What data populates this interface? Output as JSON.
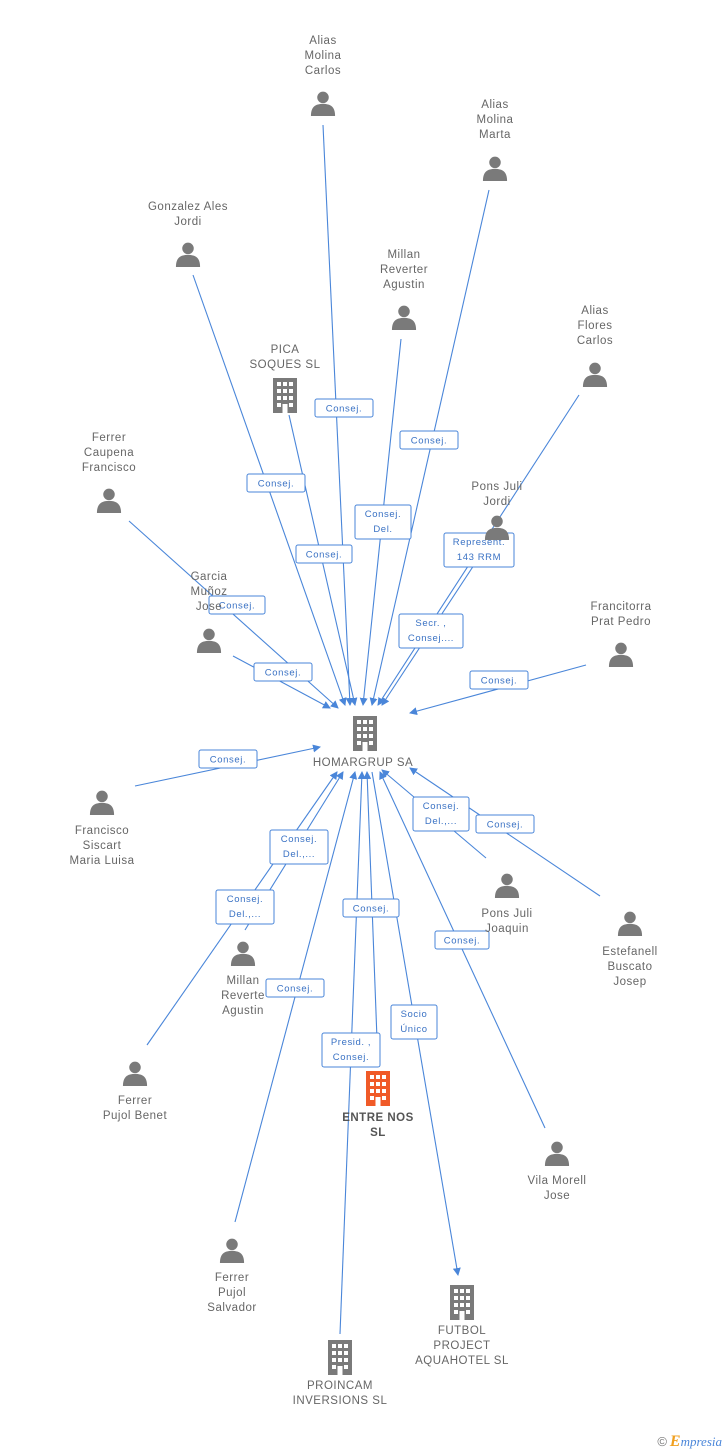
{
  "nodes": {
    "homargrup": {
      "name": "HOMARGRUP SA",
      "kind": "company"
    },
    "entre_nos": {
      "name": "ENTRE NOS SL",
      "kind": "company",
      "focus": true
    },
    "pica_soques": {
      "name": "PICA SOQUES SL",
      "kind": "company"
    },
    "futbol_project": {
      "name": "FUTBOL PROJECT AQUAHOTEL SL",
      "kind": "company"
    },
    "proincam": {
      "name": "PROINCAM INVERSIONS SL",
      "kind": "company"
    },
    "alias_molina_carlos": {
      "name": "Alias Molina Carlos",
      "kind": "person"
    },
    "alias_molina_marta": {
      "name": "Alias Molina Marta",
      "kind": "person"
    },
    "gonzalez_ales": {
      "name": "Gonzalez Ales Jordi",
      "kind": "person"
    },
    "millan_reverter_top": {
      "name": "Millan Reverter Agustin",
      "kind": "person"
    },
    "alias_flores": {
      "name": "Alias Flores Carlos",
      "kind": "person"
    },
    "ferrer_caupena": {
      "name": "Ferrer Caupena Francisco",
      "kind": "person"
    },
    "pons_juli_jordi": {
      "name": "Pons Juli Jordi",
      "kind": "person"
    },
    "garcia_munoz": {
      "name": "Garcia Muñoz Jose",
      "kind": "person"
    },
    "francitorra": {
      "name": "Francitorra Prat Pedro",
      "kind": "person"
    },
    "francisco_siscart": {
      "name": "Francisco Siscart Maria Luisa",
      "kind": "person"
    },
    "pons_juli_joaquin": {
      "name": "Pons Juli Joaquin",
      "kind": "person"
    },
    "estefanell": {
      "name": "Estefanell Buscato Josep",
      "kind": "person"
    },
    "millan_reverte": {
      "name": "Millan Reverte Agustin",
      "kind": "person"
    },
    "ferrer_pujol_benet": {
      "name": "Ferrer Pujol Benet",
      "kind": "person"
    },
    "vila_morell": {
      "name": "Vila Morell Jose",
      "kind": "person"
    },
    "ferrer_pujol_salvador": {
      "name": "Ferrer Pujol Salvador",
      "kind": "person"
    }
  },
  "edges": [
    {
      "from": "alias_molina_carlos",
      "to": "homargrup",
      "label": "Consej."
    },
    {
      "from": "alias_molina_marta",
      "to": "homargrup",
      "label": "Consej."
    },
    {
      "from": "gonzalez_ales",
      "to": "homargrup",
      "label": "Consej."
    },
    {
      "from": "pica_soques",
      "to": "homargrup",
      "label": "Consej."
    },
    {
      "from": "millan_reverter_top",
      "to": "homargrup",
      "label": "Consej. Del."
    },
    {
      "from": "alias_flores",
      "to": "homargrup",
      "label": "Represent. 143 RRM"
    },
    {
      "from": "pons_juli_jordi",
      "to": "homargrup",
      "label": "Secr. , Consej...."
    },
    {
      "from": "ferrer_caupena",
      "to": "homargrup",
      "label": "Consej."
    },
    {
      "from": "garcia_munoz",
      "to": "homargrup",
      "label": "Consej."
    },
    {
      "from": "francitorra",
      "to": "homargrup",
      "label": "Consej."
    },
    {
      "from": "francisco_siscart",
      "to": "homargrup",
      "label": "Consej."
    },
    {
      "from": "pons_juli_joaquin",
      "to": "homargrup",
      "label": "Consej. Del.,..."
    },
    {
      "from": "estefanell",
      "to": "homargrup",
      "label": "Consej."
    },
    {
      "from": "millan_reverte",
      "to": "homargrup",
      "label": "Consej. Del.,..."
    },
    {
      "from": "ferrer_pujol_benet",
      "to": "homargrup",
      "label": "Consej. Del.,..."
    },
    {
      "from": "ferrer_pujol_salvador",
      "to": "homargrup",
      "label": "Consej."
    },
    {
      "from": "entre_nos",
      "to": "homargrup",
      "label": "Consej."
    },
    {
      "from": "proincam",
      "to": "homargrup",
      "label": "Presid. , Consej."
    },
    {
      "from": "vila_morell",
      "to": "homargrup",
      "label": "Consej."
    },
    {
      "from": "homargrup",
      "to": "futbol_project",
      "label": "Socio Único"
    }
  ],
  "colors": {
    "edge": "#4a86d9",
    "node": "#7a7a7a",
    "focus": "#f05a28"
  },
  "watermark": {
    "symbol": "©",
    "brand_initial": "E",
    "brand_rest": "mpresia"
  }
}
